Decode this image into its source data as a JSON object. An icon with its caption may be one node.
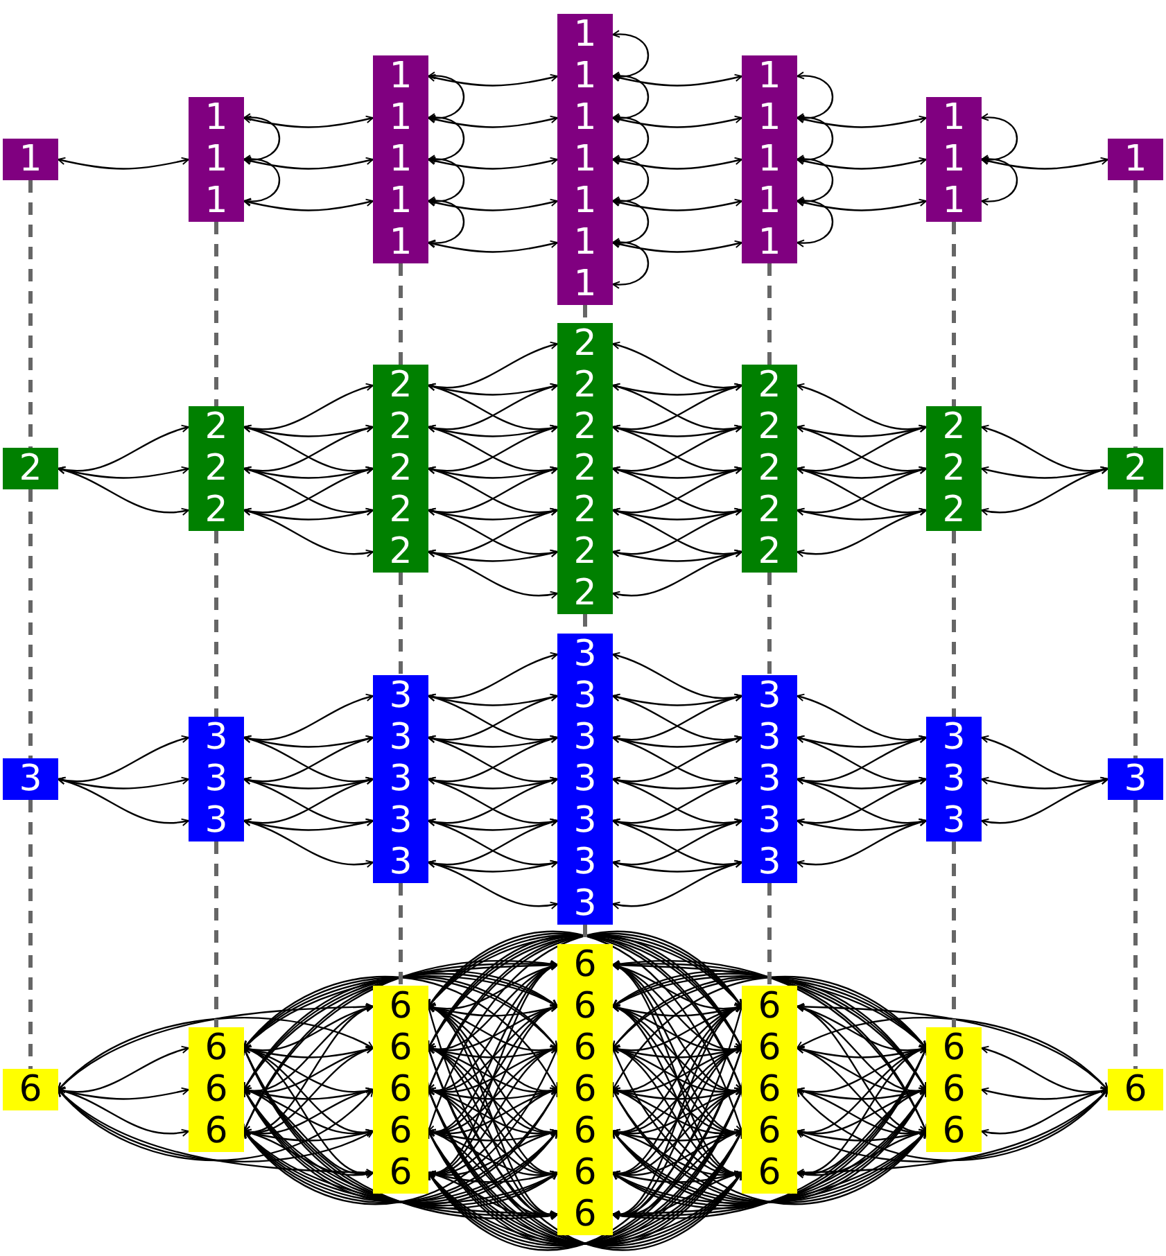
{
  "diagram": {
    "nodes": [
      {
        "text": [
          "1"
        ]
      },
      {
        "text": [
          "1"
        ]
      },
      {
        "text": [
          "1"
        ]
      },
      {
        "text": [
          "1"
        ]
      },
      {
        "text": [
          "1"
        ]
      },
      {
        "text": [
          "1"
        ]
      },
      {
        "text": [
          "1"
        ]
      },
      {
        "text": [
          "1"
        ]
      },
      {
        "text": [
          "1"
        ]
      },
      {
        "text": [
          "1"
        ]
      },
      {
        "text": [
          "1"
        ]
      },
      {
        "text": [
          "1"
        ]
      },
      {
        "text": [
          "1"
        ]
      },
      {
        "text": [
          "1"
        ]
      },
      {
        "text": [
          "1"
        ]
      },
      {
        "text": [
          "1"
        ]
      },
      {
        "text": [
          "1"
        ]
      },
      {
        "text": [
          "1"
        ]
      },
      {
        "text": [
          "1"
        ]
      },
      {
        "text": [
          "1"
        ]
      },
      {
        "text": [
          "1"
        ]
      },
      {
        "text": [
          "1"
        ]
      },
      {
        "text": [
          "1"
        ]
      },
      {
        "text": [
          "1"
        ]
      },
      {
        "text": [
          "1"
        ]
      },
      {
        "text": [
          "2"
        ]
      },
      {
        "text": [
          "2"
        ]
      },
      {
        "text": [
          "2"
        ]
      },
      {
        "text": [
          "2"
        ]
      },
      {
        "text": [
          "2"
        ]
      },
      {
        "text": [
          "2"
        ]
      },
      {
        "text": [
          "2"
        ]
      },
      {
        "text": [
          "2"
        ]
      },
      {
        "text": [
          "2"
        ]
      },
      {
        "text": [
          "2"
        ]
      },
      {
        "text": [
          "2"
        ]
      },
      {
        "text": [
          "2"
        ]
      },
      {
        "text": [
          "2"
        ]
      },
      {
        "text": [
          "2"
        ]
      },
      {
        "text": [
          "2"
        ]
      },
      {
        "text": [
          "2"
        ]
      },
      {
        "text": [
          "2"
        ]
      },
      {
        "text": [
          "2"
        ]
      },
      {
        "text": [
          "2"
        ]
      },
      {
        "text": [
          "2"
        ]
      },
      {
        "text": [
          "2"
        ]
      },
      {
        "text": [
          "2"
        ]
      },
      {
        "text": [
          "2"
        ]
      },
      {
        "text": [
          "2"
        ]
      },
      {
        "text": [
          "2"
        ]
      },
      {
        "text": [
          "3"
        ]
      },
      {
        "text": [
          "3"
        ]
      },
      {
        "text": [
          "3"
        ]
      },
      {
        "text": [
          "3"
        ]
      },
      {
        "text": [
          "3"
        ]
      },
      {
        "text": [
          "3"
        ]
      },
      {
        "text": [
          "3"
        ]
      },
      {
        "text": [
          "3"
        ]
      },
      {
        "text": [
          "3"
        ]
      },
      {
        "text": [
          "3"
        ]
      },
      {
        "text": [
          "3"
        ]
      },
      {
        "text": [
          "3"
        ]
      },
      {
        "text": [
          "3"
        ]
      },
      {
        "text": [
          "3"
        ]
      },
      {
        "text": [
          "3"
        ]
      },
      {
        "text": [
          "3"
        ]
      },
      {
        "text": [
          "3"
        ]
      },
      {
        "text": [
          "3"
        ]
      },
      {
        "text": [
          "3"
        ]
      },
      {
        "text": [
          "3"
        ]
      },
      {
        "text": [
          "3"
        ]
      },
      {
        "text": [
          "3"
        ]
      },
      {
        "text": [
          "3"
        ]
      },
      {
        "text": [
          "3"
        ]
      },
      {
        "text": [
          "3"
        ]
      },
      {
        "text": [
          "6"
        ]
      },
      {
        "text": [
          "6"
        ]
      },
      {
        "text": [
          "6"
        ]
      },
      {
        "text": [
          "6"
        ]
      },
      {
        "text": [
          "6"
        ]
      },
      {
        "text": [
          "6"
        ]
      },
      {
        "text": [
          "6"
        ]
      },
      {
        "text": [
          "6"
        ]
      },
      {
        "text": [
          "6"
        ]
      },
      {
        "text": [
          "6"
        ]
      },
      {
        "text": [
          "6"
        ]
      },
      {
        "text": [
          "6"
        ]
      },
      {
        "text": [
          "6"
        ]
      },
      {
        "text": [
          "6"
        ]
      },
      {
        "text": [
          "6"
        ]
      },
      {
        "text": [
          "6"
        ]
      },
      {
        "text": [
          "6"
        ]
      },
      {
        "text": [
          "6"
        ]
      },
      {
        "text": [
          "6"
        ]
      },
      {
        "text": [
          "6"
        ]
      },
      {
        "text": [
          "6"
        ]
      },
      {
        "text": [
          "6"
        ]
      },
      {
        "text": [
          "6"
        ]
      },
      {
        "text": [
          "6"
        ]
      },
      {
        "text": [
          "6"
        ]
      }
    ],
    "edges": [
      {
        "from": 0,
        "to": 2,
        "arrow": "both"
      },
      {
        "from": 1,
        "to": 5,
        "arrow": "both"
      },
      {
        "from": 2,
        "to": 6,
        "arrow": "both"
      },
      {
        "from": 3,
        "to": 7,
        "arrow": "both"
      },
      {
        "from": 4,
        "to": 10,
        "arrow": "both"
      },
      {
        "from": 5,
        "to": 11,
        "arrow": "both"
      },
      {
        "from": 6,
        "to": 12,
        "arrow": "both"
      },
      {
        "from": 7,
        "to": 13,
        "arrow": "both"
      },
      {
        "from": 8,
        "to": 14,
        "arrow": "both"
      },
      {
        "from": 10,
        "to": 16,
        "arrow": "both"
      },
      {
        "from": 11,
        "to": 17,
        "arrow": "both"
      },
      {
        "from": 12,
        "to": 18,
        "arrow": "both"
      },
      {
        "from": 13,
        "to": 19,
        "arrow": "both"
      },
      {
        "from": 14,
        "to": 20,
        "arrow": "both"
      },
      {
        "from": 17,
        "to": 21,
        "arrow": "both"
      },
      {
        "from": 18,
        "to": 22,
        "arrow": "both"
      },
      {
        "from": 19,
        "to": 23,
        "arrow": "both"
      },
      {
        "from": 22,
        "to": 24,
        "arrow": "both"
      },
      {
        "from": 1,
        "to": 2,
        "arrow": "both"
      },
      {
        "from": 2,
        "to": 3,
        "arrow": "both"
      },
      {
        "from": 4,
        "to": 5,
        "arrow": "both"
      },
      {
        "from": 5,
        "to": 6,
        "arrow": "both"
      },
      {
        "from": 6,
        "to": 7,
        "arrow": "both"
      },
      {
        "from": 7,
        "to": 8,
        "arrow": "both"
      },
      {
        "from": 9,
        "to": 10,
        "arrow": "both"
      },
      {
        "from": 10,
        "to": 11,
        "arrow": "both"
      },
      {
        "from": 11,
        "to": 12,
        "arrow": "both"
      },
      {
        "from": 12,
        "to": 13,
        "arrow": "both"
      },
      {
        "from": 13,
        "to": 14,
        "arrow": "both"
      },
      {
        "from": 14,
        "to": 15,
        "arrow": "both"
      },
      {
        "from": 16,
        "to": 17,
        "arrow": "both"
      },
      {
        "from": 17,
        "to": 18,
        "arrow": "both"
      },
      {
        "from": 18,
        "to": 19,
        "arrow": "both"
      },
      {
        "from": 19,
        "to": 20,
        "arrow": "both"
      },
      {
        "from": 21,
        "to": 22,
        "arrow": "both"
      },
      {
        "from": 22,
        "to": 23,
        "arrow": "both"
      },
      {
        "from": 25,
        "to": 26,
        "arrow": "both"
      },
      {
        "from": 25,
        "to": 27,
        "arrow": "both"
      },
      {
        "from": 25,
        "to": 28,
        "arrow": "both"
      },
      {
        "from": 26,
        "to": 29,
        "arrow": "both"
      },
      {
        "from": 26,
        "to": 30,
        "arrow": "both"
      },
      {
        "from": 26,
        "to": 31,
        "arrow": "both"
      },
      {
        "from": 27,
        "to": 30,
        "arrow": "both"
      },
      {
        "from": 27,
        "to": 31,
        "arrow": "both"
      },
      {
        "from": 27,
        "to": 32,
        "arrow": "both"
      },
      {
        "from": 28,
        "to": 31,
        "arrow": "both"
      },
      {
        "from": 28,
        "to": 32,
        "arrow": "both"
      },
      {
        "from": 28,
        "to": 33,
        "arrow": "both"
      },
      {
        "from": 29,
        "to": 34,
        "arrow": "both"
      },
      {
        "from": 29,
        "to": 35,
        "arrow": "both"
      },
      {
        "from": 29,
        "to": 36,
        "arrow": "both"
      },
      {
        "from": 30,
        "to": 35,
        "arrow": "both"
      },
      {
        "from": 30,
        "to": 36,
        "arrow": "both"
      },
      {
        "from": 30,
        "to": 37,
        "arrow": "both"
      },
      {
        "from": 31,
        "to": 36,
        "arrow": "both"
      },
      {
        "from": 31,
        "to": 37,
        "arrow": "both"
      },
      {
        "from": 31,
        "to": 38,
        "arrow": "both"
      },
      {
        "from": 32,
        "to": 37,
        "arrow": "both"
      },
      {
        "from": 32,
        "to": 38,
        "arrow": "both"
      },
      {
        "from": 32,
        "to": 39,
        "arrow": "both"
      },
      {
        "from": 33,
        "to": 38,
        "arrow": "both"
      },
      {
        "from": 33,
        "to": 39,
        "arrow": "both"
      },
      {
        "from": 33,
        "to": 40,
        "arrow": "both"
      },
      {
        "from": 34,
        "to": 41,
        "arrow": "both"
      },
      {
        "from": 35,
        "to": 41,
        "arrow": "both"
      },
      {
        "from": 35,
        "to": 42,
        "arrow": "both"
      },
      {
        "from": 36,
        "to": 41,
        "arrow": "both"
      },
      {
        "from": 36,
        "to": 42,
        "arrow": "both"
      },
      {
        "from": 36,
        "to": 43,
        "arrow": "both"
      },
      {
        "from": 37,
        "to": 42,
        "arrow": "both"
      },
      {
        "from": 37,
        "to": 43,
        "arrow": "both"
      },
      {
        "from": 37,
        "to": 44,
        "arrow": "both"
      },
      {
        "from": 38,
        "to": 43,
        "arrow": "both"
      },
      {
        "from": 38,
        "to": 44,
        "arrow": "both"
      },
      {
        "from": 38,
        "to": 45,
        "arrow": "both"
      },
      {
        "from": 39,
        "to": 44,
        "arrow": "both"
      },
      {
        "from": 39,
        "to": 45,
        "arrow": "both"
      },
      {
        "from": 40,
        "to": 45,
        "arrow": "both"
      },
      {
        "from": 41,
        "to": 46,
        "arrow": "both"
      },
      {
        "from": 42,
        "to": 46,
        "arrow": "both"
      },
      {
        "from": 42,
        "to": 47,
        "arrow": "both"
      },
      {
        "from": 43,
        "to": 46,
        "arrow": "both"
      },
      {
        "from": 43,
        "to": 47,
        "arrow": "both"
      },
      {
        "from": 43,
        "to": 48,
        "arrow": "both"
      },
      {
        "from": 44,
        "to": 47,
        "arrow": "both"
      },
      {
        "from": 44,
        "to": 48,
        "arrow": "both"
      },
      {
        "from": 45,
        "to": 48,
        "arrow": "both"
      },
      {
        "from": 46,
        "to": 49,
        "arrow": "both"
      },
      {
        "from": 47,
        "to": 49,
        "arrow": "both"
      },
      {
        "from": 48,
        "to": 49,
        "arrow": "both"
      },
      {
        "from": 50,
        "to": 51,
        "arrow": "both"
      },
      {
        "from": 50,
        "to": 52,
        "arrow": "both"
      },
      {
        "from": 50,
        "to": 53,
        "arrow": "both"
      },
      {
        "from": 51,
        "to": 54,
        "arrow": "both"
      },
      {
        "from": 51,
        "to": 55,
        "arrow": "both"
      },
      {
        "from": 51,
        "to": 56,
        "arrow": "both"
      },
      {
        "from": 52,
        "to": 55,
        "arrow": "both"
      },
      {
        "from": 52,
        "to": 56,
        "arrow": "both"
      },
      {
        "from": 52,
        "to": 57,
        "arrow": "both"
      },
      {
        "from": 53,
        "to": 56,
        "arrow": "both"
      },
      {
        "from": 53,
        "to": 57,
        "arrow": "both"
      },
      {
        "from": 53,
        "to": 58,
        "arrow": "both"
      },
      {
        "from": 54,
        "to": 59,
        "arrow": "both"
      },
      {
        "from": 54,
        "to": 60,
        "arrow": "both"
      },
      {
        "from": 54,
        "to": 61,
        "arrow": "both"
      },
      {
        "from": 55,
        "to": 60,
        "arrow": "both"
      },
      {
        "from": 55,
        "to": 61,
        "arrow": "both"
      },
      {
        "from": 55,
        "to": 62,
        "arrow": "both"
      },
      {
        "from": 56,
        "to": 61,
        "arrow": "both"
      },
      {
        "from": 56,
        "to": 62,
        "arrow": "both"
      },
      {
        "from": 56,
        "to": 63,
        "arrow": "both"
      },
      {
        "from": 57,
        "to": 62,
        "arrow": "both"
      },
      {
        "from": 57,
        "to": 63,
        "arrow": "both"
      },
      {
        "from": 57,
        "to": 64,
        "arrow": "both"
      },
      {
        "from": 58,
        "to": 63,
        "arrow": "both"
      },
      {
        "from": 58,
        "to": 64,
        "arrow": "both"
      },
      {
        "from": 58,
        "to": 65,
        "arrow": "both"
      },
      {
        "from": 59,
        "to": 66,
        "arrow": "both"
      },
      {
        "from": 60,
        "to": 66,
        "arrow": "both"
      },
      {
        "from": 60,
        "to": 67,
        "arrow": "both"
      },
      {
        "from": 61,
        "to": 66,
        "arrow": "both"
      },
      {
        "from": 61,
        "to": 67,
        "arrow": "both"
      },
      {
        "from": 61,
        "to": 68,
        "arrow": "both"
      },
      {
        "from": 62,
        "to": 67,
        "arrow": "both"
      },
      {
        "from": 62,
        "to": 68,
        "arrow": "both"
      },
      {
        "from": 62,
        "to": 69,
        "arrow": "both"
      },
      {
        "from": 63,
        "to": 68,
        "arrow": "both"
      },
      {
        "from": 63,
        "to": 69,
        "arrow": "both"
      },
      {
        "from": 63,
        "to": 70,
        "arrow": "both"
      },
      {
        "from": 64,
        "to": 69,
        "arrow": "both"
      },
      {
        "from": 64,
        "to": 70,
        "arrow": "both"
      },
      {
        "from": 65,
        "to": 70,
        "arrow": "both"
      },
      {
        "from": 66,
        "to": 71,
        "arrow": "both"
      },
      {
        "from": 67,
        "to": 71,
        "arrow": "both"
      },
      {
        "from": 67,
        "to": 72,
        "arrow": "both"
      },
      {
        "from": 68,
        "to": 71,
        "arrow": "both"
      },
      {
        "from": 68,
        "to": 72,
        "arrow": "both"
      },
      {
        "from": 68,
        "to": 73,
        "arrow": "both"
      },
      {
        "from": 69,
        "to": 72,
        "arrow": "both"
      },
      {
        "from": 69,
        "to": 73,
        "arrow": "both"
      },
      {
        "from": 70,
        "to": 73,
        "arrow": "both"
      },
      {
        "from": 71,
        "to": 74,
        "arrow": "both"
      },
      {
        "from": 72,
        "to": 74,
        "arrow": "both"
      },
      {
        "from": 73,
        "to": 74,
        "arrow": "both"
      },
      {
        "from": 75,
        "to": 76,
        "arrow": "both"
      },
      {
        "from": 75,
        "to": 77,
        "arrow": "both"
      },
      {
        "from": 75,
        "to": 78,
        "arrow": "both"
      },
      {
        "from": 76,
        "to": 79,
        "arrow": "both"
      },
      {
        "from": 76,
        "to": 80,
        "arrow": "both"
      },
      {
        "from": 76,
        "to": 81,
        "arrow": "both"
      },
      {
        "from": 76,
        "to": 82,
        "arrow": "both"
      },
      {
        "from": 76,
        "to": 83,
        "arrow": "both"
      },
      {
        "from": 77,
        "to": 79,
        "arrow": "both"
      },
      {
        "from": 77,
        "to": 80,
        "arrow": "both"
      },
      {
        "from": 77,
        "to": 81,
        "arrow": "both"
      },
      {
        "from": 77,
        "to": 82,
        "arrow": "both"
      },
      {
        "from": 77,
        "to": 83,
        "arrow": "both"
      },
      {
        "from": 78,
        "to": 79,
        "arrow": "both"
      },
      {
        "from": 78,
        "to": 80,
        "arrow": "both"
      },
      {
        "from": 78,
        "to": 81,
        "arrow": "both"
      },
      {
        "from": 78,
        "to": 82,
        "arrow": "both"
      },
      {
        "from": 78,
        "to": 83,
        "arrow": "both"
      },
      {
        "from": 79,
        "to": 84,
        "arrow": "both"
      },
      {
        "from": 79,
        "to": 85,
        "arrow": "both"
      },
      {
        "from": 79,
        "to": 86,
        "arrow": "both"
      },
      {
        "from": 79,
        "to": 87,
        "arrow": "both"
      },
      {
        "from": 79,
        "to": 88,
        "arrow": "both"
      },
      {
        "from": 79,
        "to": 89,
        "arrow": "both"
      },
      {
        "from": 79,
        "to": 90,
        "arrow": "both"
      },
      {
        "from": 80,
        "to": 84,
        "arrow": "both"
      },
      {
        "from": 80,
        "to": 85,
        "arrow": "both"
      },
      {
        "from": 80,
        "to": 86,
        "arrow": "both"
      },
      {
        "from": 80,
        "to": 87,
        "arrow": "both"
      },
      {
        "from": 80,
        "to": 88,
        "arrow": "both"
      },
      {
        "from": 80,
        "to": 89,
        "arrow": "both"
      },
      {
        "from": 80,
        "to": 90,
        "arrow": "both"
      },
      {
        "from": 81,
        "to": 84,
        "arrow": "both"
      },
      {
        "from": 81,
        "to": 85,
        "arrow": "both"
      },
      {
        "from": 81,
        "to": 86,
        "arrow": "both"
      },
      {
        "from": 81,
        "to": 87,
        "arrow": "both"
      },
      {
        "from": 81,
        "to": 88,
        "arrow": "both"
      },
      {
        "from": 81,
        "to": 89,
        "arrow": "both"
      },
      {
        "from": 81,
        "to": 90,
        "arrow": "both"
      },
      {
        "from": 82,
        "to": 84,
        "arrow": "both"
      },
      {
        "from": 82,
        "to": 85,
        "arrow": "both"
      },
      {
        "from": 82,
        "to": 86,
        "arrow": "both"
      },
      {
        "from": 82,
        "to": 87,
        "arrow": "both"
      },
      {
        "from": 82,
        "to": 88,
        "arrow": "both"
      },
      {
        "from": 82,
        "to": 89,
        "arrow": "both"
      },
      {
        "from": 82,
        "to": 90,
        "arrow": "both"
      },
      {
        "from": 83,
        "to": 84,
        "arrow": "both"
      },
      {
        "from": 83,
        "to": 85,
        "arrow": "both"
      },
      {
        "from": 83,
        "to": 86,
        "arrow": "both"
      },
      {
        "from": 83,
        "to": 87,
        "arrow": "both"
      },
      {
        "from": 83,
        "to": 88,
        "arrow": "both"
      },
      {
        "from": 83,
        "to": 89,
        "arrow": "both"
      },
      {
        "from": 83,
        "to": 90,
        "arrow": "both"
      },
      {
        "from": 84,
        "to": 91,
        "arrow": "both"
      },
      {
        "from": 84,
        "to": 92,
        "arrow": "both"
      },
      {
        "from": 84,
        "to": 93,
        "arrow": "both"
      },
      {
        "from": 84,
        "to": 94,
        "arrow": "both"
      },
      {
        "from": 84,
        "to": 95,
        "arrow": "both"
      },
      {
        "from": 85,
        "to": 91,
        "arrow": "both"
      },
      {
        "from": 85,
        "to": 92,
        "arrow": "both"
      },
      {
        "from": 85,
        "to": 93,
        "arrow": "both"
      },
      {
        "from": 85,
        "to": 94,
        "arrow": "both"
      },
      {
        "from": 85,
        "to": 95,
        "arrow": "both"
      },
      {
        "from": 86,
        "to": 91,
        "arrow": "both"
      },
      {
        "from": 86,
        "to": 92,
        "arrow": "both"
      },
      {
        "from": 86,
        "to": 93,
        "arrow": "both"
      },
      {
        "from": 86,
        "to": 94,
        "arrow": "both"
      },
      {
        "from": 86,
        "to": 95,
        "arrow": "both"
      },
      {
        "from": 87,
        "to": 91,
        "arrow": "both"
      },
      {
        "from": 87,
        "to": 92,
        "arrow": "both"
      },
      {
        "from": 87,
        "to": 93,
        "arrow": "both"
      },
      {
        "from": 87,
        "to": 94,
        "arrow": "both"
      },
      {
        "from": 87,
        "to": 95,
        "arrow": "both"
      },
      {
        "from": 88,
        "to": 91,
        "arrow": "both"
      },
      {
        "from": 88,
        "to": 92,
        "arrow": "both"
      },
      {
        "from": 88,
        "to": 93,
        "arrow": "both"
      },
      {
        "from": 88,
        "to": 94,
        "arrow": "both"
      },
      {
        "from": 88,
        "to": 95,
        "arrow": "both"
      },
      {
        "from": 89,
        "to": 91,
        "arrow": "both"
      },
      {
        "from": 89,
        "to": 92,
        "arrow": "both"
      },
      {
        "from": 89,
        "to": 93,
        "arrow": "both"
      },
      {
        "from": 89,
        "to": 94,
        "arrow": "both"
      },
      {
        "from": 89,
        "to": 95,
        "arrow": "both"
      },
      {
        "from": 90,
        "to": 91,
        "arrow": "both"
      },
      {
        "from": 90,
        "to": 92,
        "arrow": "both"
      },
      {
        "from": 90,
        "to": 93,
        "arrow": "both"
      },
      {
        "from": 90,
        "to": 94,
        "arrow": "both"
      },
      {
        "from": 90,
        "to": 95,
        "arrow": "both"
      },
      {
        "from": 91,
        "to": 96,
        "arrow": "both"
      },
      {
        "from": 91,
        "to": 97,
        "arrow": "both"
      },
      {
        "from": 91,
        "to": 98,
        "arrow": "both"
      },
      {
        "from": 92,
        "to": 96,
        "arrow": "both"
      },
      {
        "from": 92,
        "to": 97,
        "arrow": "both"
      },
      {
        "from": 92,
        "to": 98,
        "arrow": "both"
      },
      {
        "from": 93,
        "to": 96,
        "arrow": "both"
      },
      {
        "from": 93,
        "to": 97,
        "arrow": "both"
      },
      {
        "from": 93,
        "to": 98,
        "arrow": "both"
      },
      {
        "from": 94,
        "to": 96,
        "arrow": "both"
      },
      {
        "from": 94,
        "to": 97,
        "arrow": "both"
      },
      {
        "from": 94,
        "to": 98,
        "arrow": "both"
      },
      {
        "from": 95,
        "to": 96,
        "arrow": "both"
      },
      {
        "from": 95,
        "to": 97,
        "arrow": "both"
      },
      {
        "from": 95,
        "to": 98,
        "arrow": "both"
      },
      {
        "from": 96,
        "to": 99,
        "arrow": "both"
      },
      {
        "from": 97,
        "to": 99,
        "arrow": "both"
      },
      {
        "from": 98,
        "to": 99,
        "arrow": "both"
      },
      {
        "from": 75,
        "to": 79,
        "arrow": "both"
      },
      {
        "from": 75,
        "to": 80,
        "arrow": "both"
      },
      {
        "from": 75,
        "to": 81,
        "arrow": "both"
      },
      {
        "from": 75,
        "to": 82,
        "arrow": "both"
      },
      {
        "from": 75,
        "to": 83,
        "arrow": "both"
      },
      {
        "from": 76,
        "to": 84,
        "arrow": "both"
      },
      {
        "from": 76,
        "to": 85,
        "arrow": "both"
      },
      {
        "from": 76,
        "to": 86,
        "arrow": "both"
      },
      {
        "from": 76,
        "to": 87,
        "arrow": "both"
      },
      {
        "from": 76,
        "to": 88,
        "arrow": "both"
      },
      {
        "from": 76,
        "to": 89,
        "arrow": "both"
      },
      {
        "from": 76,
        "to": 90,
        "arrow": "both"
      },
      {
        "from": 77,
        "to": 84,
        "arrow": "both"
      },
      {
        "from": 77,
        "to": 85,
        "arrow": "both"
      },
      {
        "from": 77,
        "to": 86,
        "arrow": "both"
      },
      {
        "from": 77,
        "to": 87,
        "arrow": "both"
      },
      {
        "from": 77,
        "to": 88,
        "arrow": "both"
      },
      {
        "from": 77,
        "to": 89,
        "arrow": "both"
      },
      {
        "from": 77,
        "to": 90,
        "arrow": "both"
      },
      {
        "from": 78,
        "to": 84,
        "arrow": "both"
      },
      {
        "from": 78,
        "to": 85,
        "arrow": "both"
      },
      {
        "from": 78,
        "to": 86,
        "arrow": "both"
      },
      {
        "from": 78,
        "to": 87,
        "arrow": "both"
      },
      {
        "from": 78,
        "to": 88,
        "arrow": "both"
      },
      {
        "from": 78,
        "to": 89,
        "arrow": "both"
      },
      {
        "from": 78,
        "to": 90,
        "arrow": "both"
      },
      {
        "from": 79,
        "to": 91,
        "arrow": "both"
      },
      {
        "from": 79,
        "to": 92,
        "arrow": "both"
      },
      {
        "from": 79,
        "to": 93,
        "arrow": "both"
      },
      {
        "from": 79,
        "to": 94,
        "arrow": "both"
      },
      {
        "from": 79,
        "to": 95,
        "arrow": "both"
      },
      {
        "from": 80,
        "to": 91,
        "arrow": "both"
      },
      {
        "from": 80,
        "to": 92,
        "arrow": "both"
      },
      {
        "from": 80,
        "to": 93,
        "arrow": "both"
      },
      {
        "from": 80,
        "to": 94,
        "arrow": "both"
      },
      {
        "from": 80,
        "to": 95,
        "arrow": "both"
      },
      {
        "from": 81,
        "to": 91,
        "arrow": "both"
      },
      {
        "from": 81,
        "to": 92,
        "arrow": "both"
      },
      {
        "from": 81,
        "to": 93,
        "arrow": "both"
      },
      {
        "from": 81,
        "to": 94,
        "arrow": "both"
      },
      {
        "from": 81,
        "to": 95,
        "arrow": "both"
      },
      {
        "from": 82,
        "to": 91,
        "arrow": "both"
      },
      {
        "from": 82,
        "to": 92,
        "arrow": "both"
      },
      {
        "from": 82,
        "to": 93,
        "arrow": "both"
      },
      {
        "from": 82,
        "to": 94,
        "arrow": "both"
      },
      {
        "from": 82,
        "to": 95,
        "arrow": "both"
      },
      {
        "from": 83,
        "to": 91,
        "arrow": "both"
      },
      {
        "from": 83,
        "to": 92,
        "arrow": "both"
      },
      {
        "from": 83,
        "to": 93,
        "arrow": "both"
      },
      {
        "from": 83,
        "to": 94,
        "arrow": "both"
      },
      {
        "from": 83,
        "to": 95,
        "arrow": "both"
      },
      {
        "from": 84,
        "to": 96,
        "arrow": "both"
      },
      {
        "from": 84,
        "to": 97,
        "arrow": "both"
      },
      {
        "from": 84,
        "to": 98,
        "arrow": "both"
      },
      {
        "from": 85,
        "to": 96,
        "arrow": "both"
      },
      {
        "from": 85,
        "to": 97,
        "arrow": "both"
      },
      {
        "from": 85,
        "to": 98,
        "arrow": "both"
      },
      {
        "from": 86,
        "to": 96,
        "arrow": "both"
      },
      {
        "from": 86,
        "to": 97,
        "arrow": "both"
      },
      {
        "from": 86,
        "to": 98,
        "arrow": "both"
      },
      {
        "from": 87,
        "to": 96,
        "arrow": "both"
      },
      {
        "from": 87,
        "to": 97,
        "arrow": "both"
      },
      {
        "from": 87,
        "to": 98,
        "arrow": "both"
      },
      {
        "from": 88,
        "to": 96,
        "arrow": "both"
      },
      {
        "from": 88,
        "to": 97,
        "arrow": "both"
      },
      {
        "from": 88,
        "to": 98,
        "arrow": "both"
      },
      {
        "from": 89,
        "to": 96,
        "arrow": "both"
      },
      {
        "from": 89,
        "to": 97,
        "arrow": "both"
      },
      {
        "from": 89,
        "to": 98,
        "arrow": "both"
      },
      {
        "from": 90,
        "to": 96,
        "arrow": "both"
      },
      {
        "from": 90,
        "to": 97,
        "arrow": "both"
      },
      {
        "from": 90,
        "to": 98,
        "arrow": "both"
      },
      {
        "from": 91,
        "to": 99,
        "arrow": "both"
      },
      {
        "from": 92,
        "to": 99,
        "arrow": "both"
      },
      {
        "from": 93,
        "to": 99,
        "arrow": "both"
      },
      {
        "from": 94,
        "to": 99,
        "arrow": "both"
      },
      {
        "from": 95,
        "to": 99,
        "arrow": "both"
      },
      {
        "from": 0,
        "to": 25,
        "arrow": "none",
        "style": "dashed",
        "color": "#666666"
      },
      {
        "from": 25,
        "to": 50,
        "arrow": "none",
        "style": "dashed",
        "color": "#666666"
      },
      {
        "from": 50,
        "to": 75,
        "arrow": "none",
        "style": "dashed",
        "color": "#666666"
      },
      {
        "from": 3,
        "to": 26,
        "arrow": "none",
        "style": "dashed",
        "color": "#666666"
      },
      {
        "from": 28,
        "to": 51,
        "arrow": "none",
        "style": "dashed",
        "color": "#666666"
      },
      {
        "from": 53,
        "to": 76,
        "arrow": "none",
        "style": "dashed",
        "color": "#666666"
      },
      {
        "from": 8,
        "to": 29,
        "arrow": "none",
        "style": "dashed",
        "color": "#666666"
      },
      {
        "from": 33,
        "to": 54,
        "arrow": "none",
        "style": "dashed",
        "color": "#666666"
      },
      {
        "from": 58,
        "to": 79,
        "arrow": "none",
        "style": "dashed",
        "color": "#666666"
      },
      {
        "from": 15,
        "to": 34,
        "arrow": "none",
        "style": "dashed",
        "color": "#666666"
      },
      {
        "from": 40,
        "to": 59,
        "arrow": "none",
        "style": "dashed",
        "color": "#666666"
      },
      {
        "from": 65,
        "to": 84,
        "arrow": "none",
        "style": "dashed",
        "color": "#666666"
      },
      {
        "from": 20,
        "to": 41,
        "arrow": "none",
        "style": "dashed",
        "color": "#666666"
      },
      {
        "from": 45,
        "to": 66,
        "arrow": "none",
        "style": "dashed",
        "color": "#666666"
      },
      {
        "from": 70,
        "to": 91,
        "arrow": "none",
        "style": "dashed",
        "color": "#666666"
      },
      {
        "from": 23,
        "to": 46,
        "arrow": "none",
        "style": "dashed",
        "color": "#666666"
      },
      {
        "from": 48,
        "to": 71,
        "arrow": "none",
        "style": "dashed",
        "color": "#666666"
      },
      {
        "from": 73,
        "to": 96,
        "arrow": "none",
        "style": "dashed",
        "color": "#666666"
      },
      {
        "from": 24,
        "to": 49,
        "arrow": "none",
        "style": "dashed",
        "color": "#666666"
      },
      {
        "from": 49,
        "to": 74,
        "arrow": "none",
        "style": "dashed",
        "color": "#666666"
      },
      {
        "from": 74,
        "to": 99,
        "arrow": "none",
        "style": "dashed",
        "color": "#666666"
      }
    ]
  }
}
